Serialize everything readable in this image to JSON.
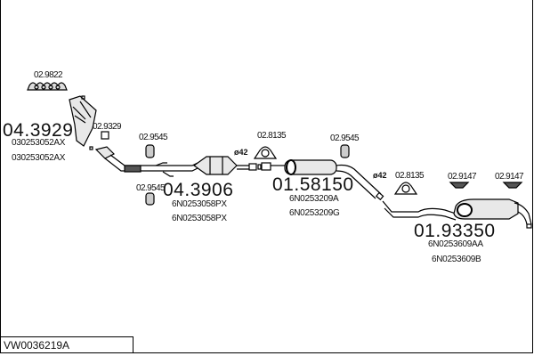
{
  "title": "VW0036219A",
  "parts": [
    {
      "number": "04.3929",
      "oem": [
        "030253052AX",
        "030253052AX"
      ]
    },
    {
      "number": "04.3906",
      "oem": [
        "6N0253058PX",
        "6N0253058PX"
      ]
    },
    {
      "number": "01.58150",
      "oem": [
        "6N0253209A",
        "6N0253209G"
      ]
    },
    {
      "number": "01.93350",
      "oem": [
        "6N0253609AA",
        "6N0253609B"
      ]
    }
  ],
  "accessories": {
    "gasket_manifold": "02.9822",
    "gasket_flange": "02.9329",
    "hanger_1": "02.9545",
    "hanger_2": "02.9545",
    "clamp_1": "02.8135",
    "hanger_3": "02.9545",
    "clamp_2": "02.8135",
    "hanger_4": "02.9147",
    "hanger_5": "02.9147"
  },
  "diameters": {
    "d1": "ø42",
    "d2": "ø42"
  }
}
